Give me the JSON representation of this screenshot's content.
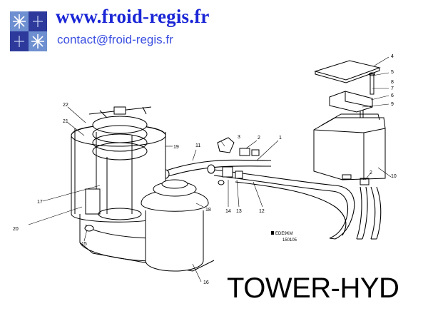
{
  "header": {
    "site_url": "www.froid-regis.fr",
    "contact_email": "contact@froid-regis.fr",
    "logo_icon": "snowflake-logo-icon"
  },
  "diagram": {
    "callouts": [
      "1",
      "2",
      "2",
      "3",
      "4",
      "5",
      "6",
      "7",
      "8",
      "9",
      "10",
      "11",
      "12",
      "13",
      "14",
      "15",
      "16",
      "17",
      "18",
      "19",
      "20",
      "21",
      "22"
    ],
    "stamp_code": "EDE9KM",
    "stamp_number": "150105"
  },
  "footer": {
    "model_name": "TOWER-HYD"
  },
  "colors": {
    "url_blue": "#1a25d6",
    "email_blue": "#3b4fe0",
    "logo_blue": "#2d3a9b",
    "logo_light": "#6e8fd0"
  }
}
